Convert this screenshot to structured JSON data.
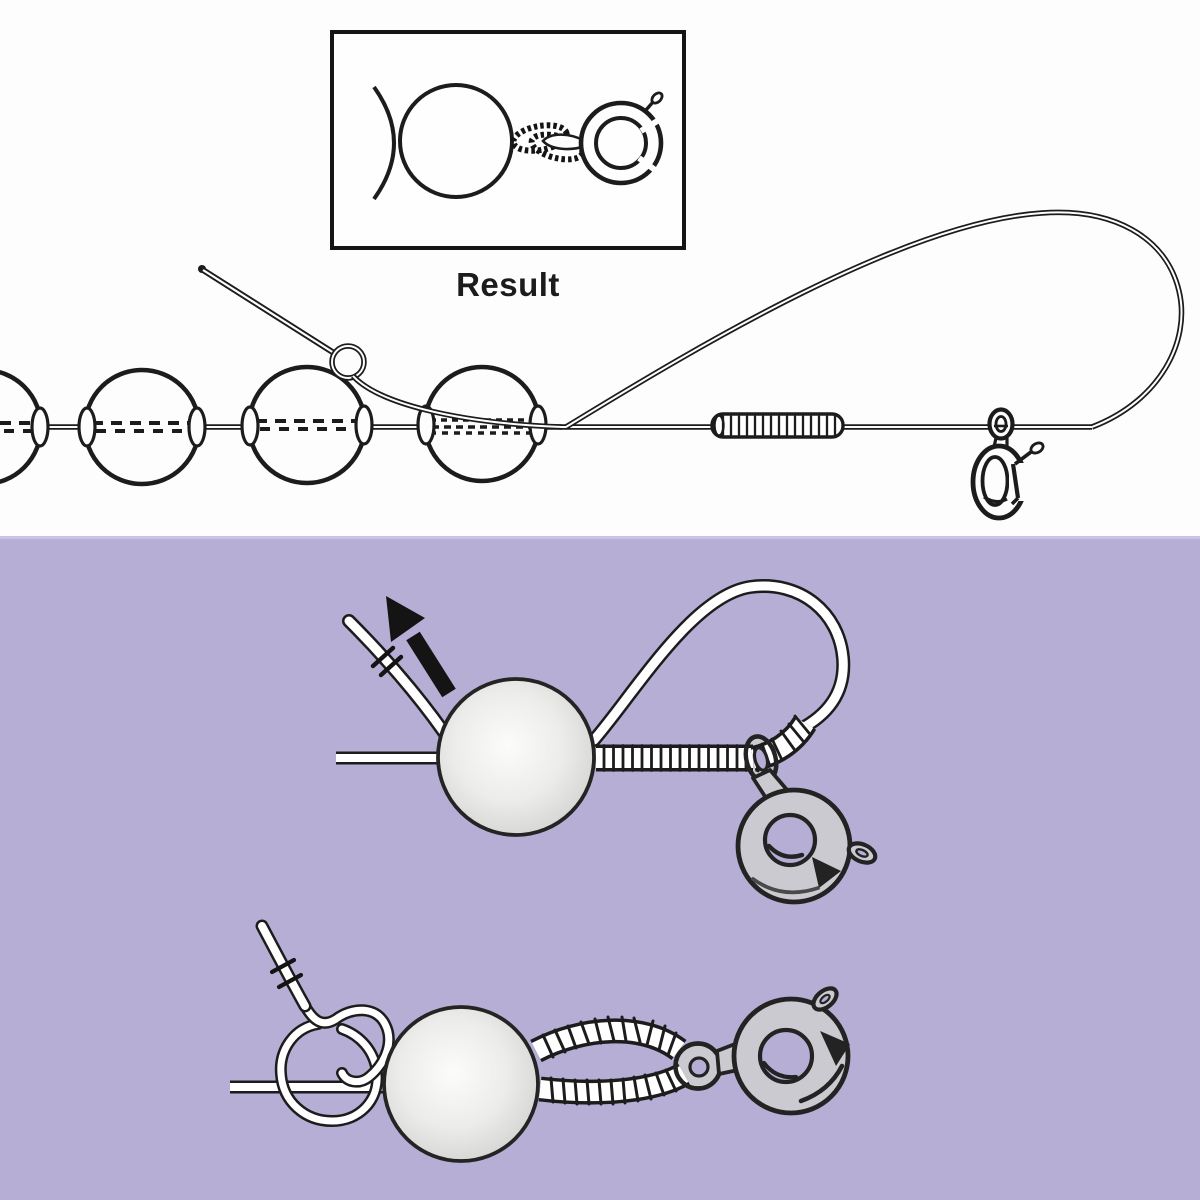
{
  "labels": {
    "result_caption": "Result"
  },
  "colors": {
    "top_background": "#fdfdfd",
    "bottom_background": "#b7aed6",
    "line_art": "#1c1c1c",
    "thread_fill": "#ffffff",
    "clasp_fill": "#cccad1",
    "arrow": "#141414",
    "bead_center": "#fcfcfb",
    "bead_edge": "#adadab"
  },
  "top_panel": {
    "bead_count": 4,
    "elements": [
      "beading-needle",
      "overhand-knot-loop",
      "bead-strand",
      "hidden-thread-dashes",
      "french-wire-coil",
      "large-thread-loop",
      "attachment-ring",
      "spring-ring-clasp"
    ],
    "inset": {
      "caption": "Result",
      "elements": [
        "neighbor-bead-arc",
        "bead",
        "french-wire-gimp",
        "spring-ring-clasp"
      ]
    }
  },
  "bottom_panel": {
    "illustrations": [
      {
        "position": "upper",
        "elements": [
          "thread-end",
          "trim-marks",
          "direction-arrow",
          "bead",
          "thread-loop",
          "french-wire-coil",
          "coil-wrap",
          "attachment-ring",
          "spring-ring-clasp"
        ]
      },
      {
        "position": "lower",
        "elements": [
          "thread-end",
          "trim-marks",
          "overhand-knot",
          "thread-stub",
          "bead",
          "french-wire-loop",
          "attachment-ring",
          "spring-ring-clasp"
        ]
      }
    ]
  }
}
